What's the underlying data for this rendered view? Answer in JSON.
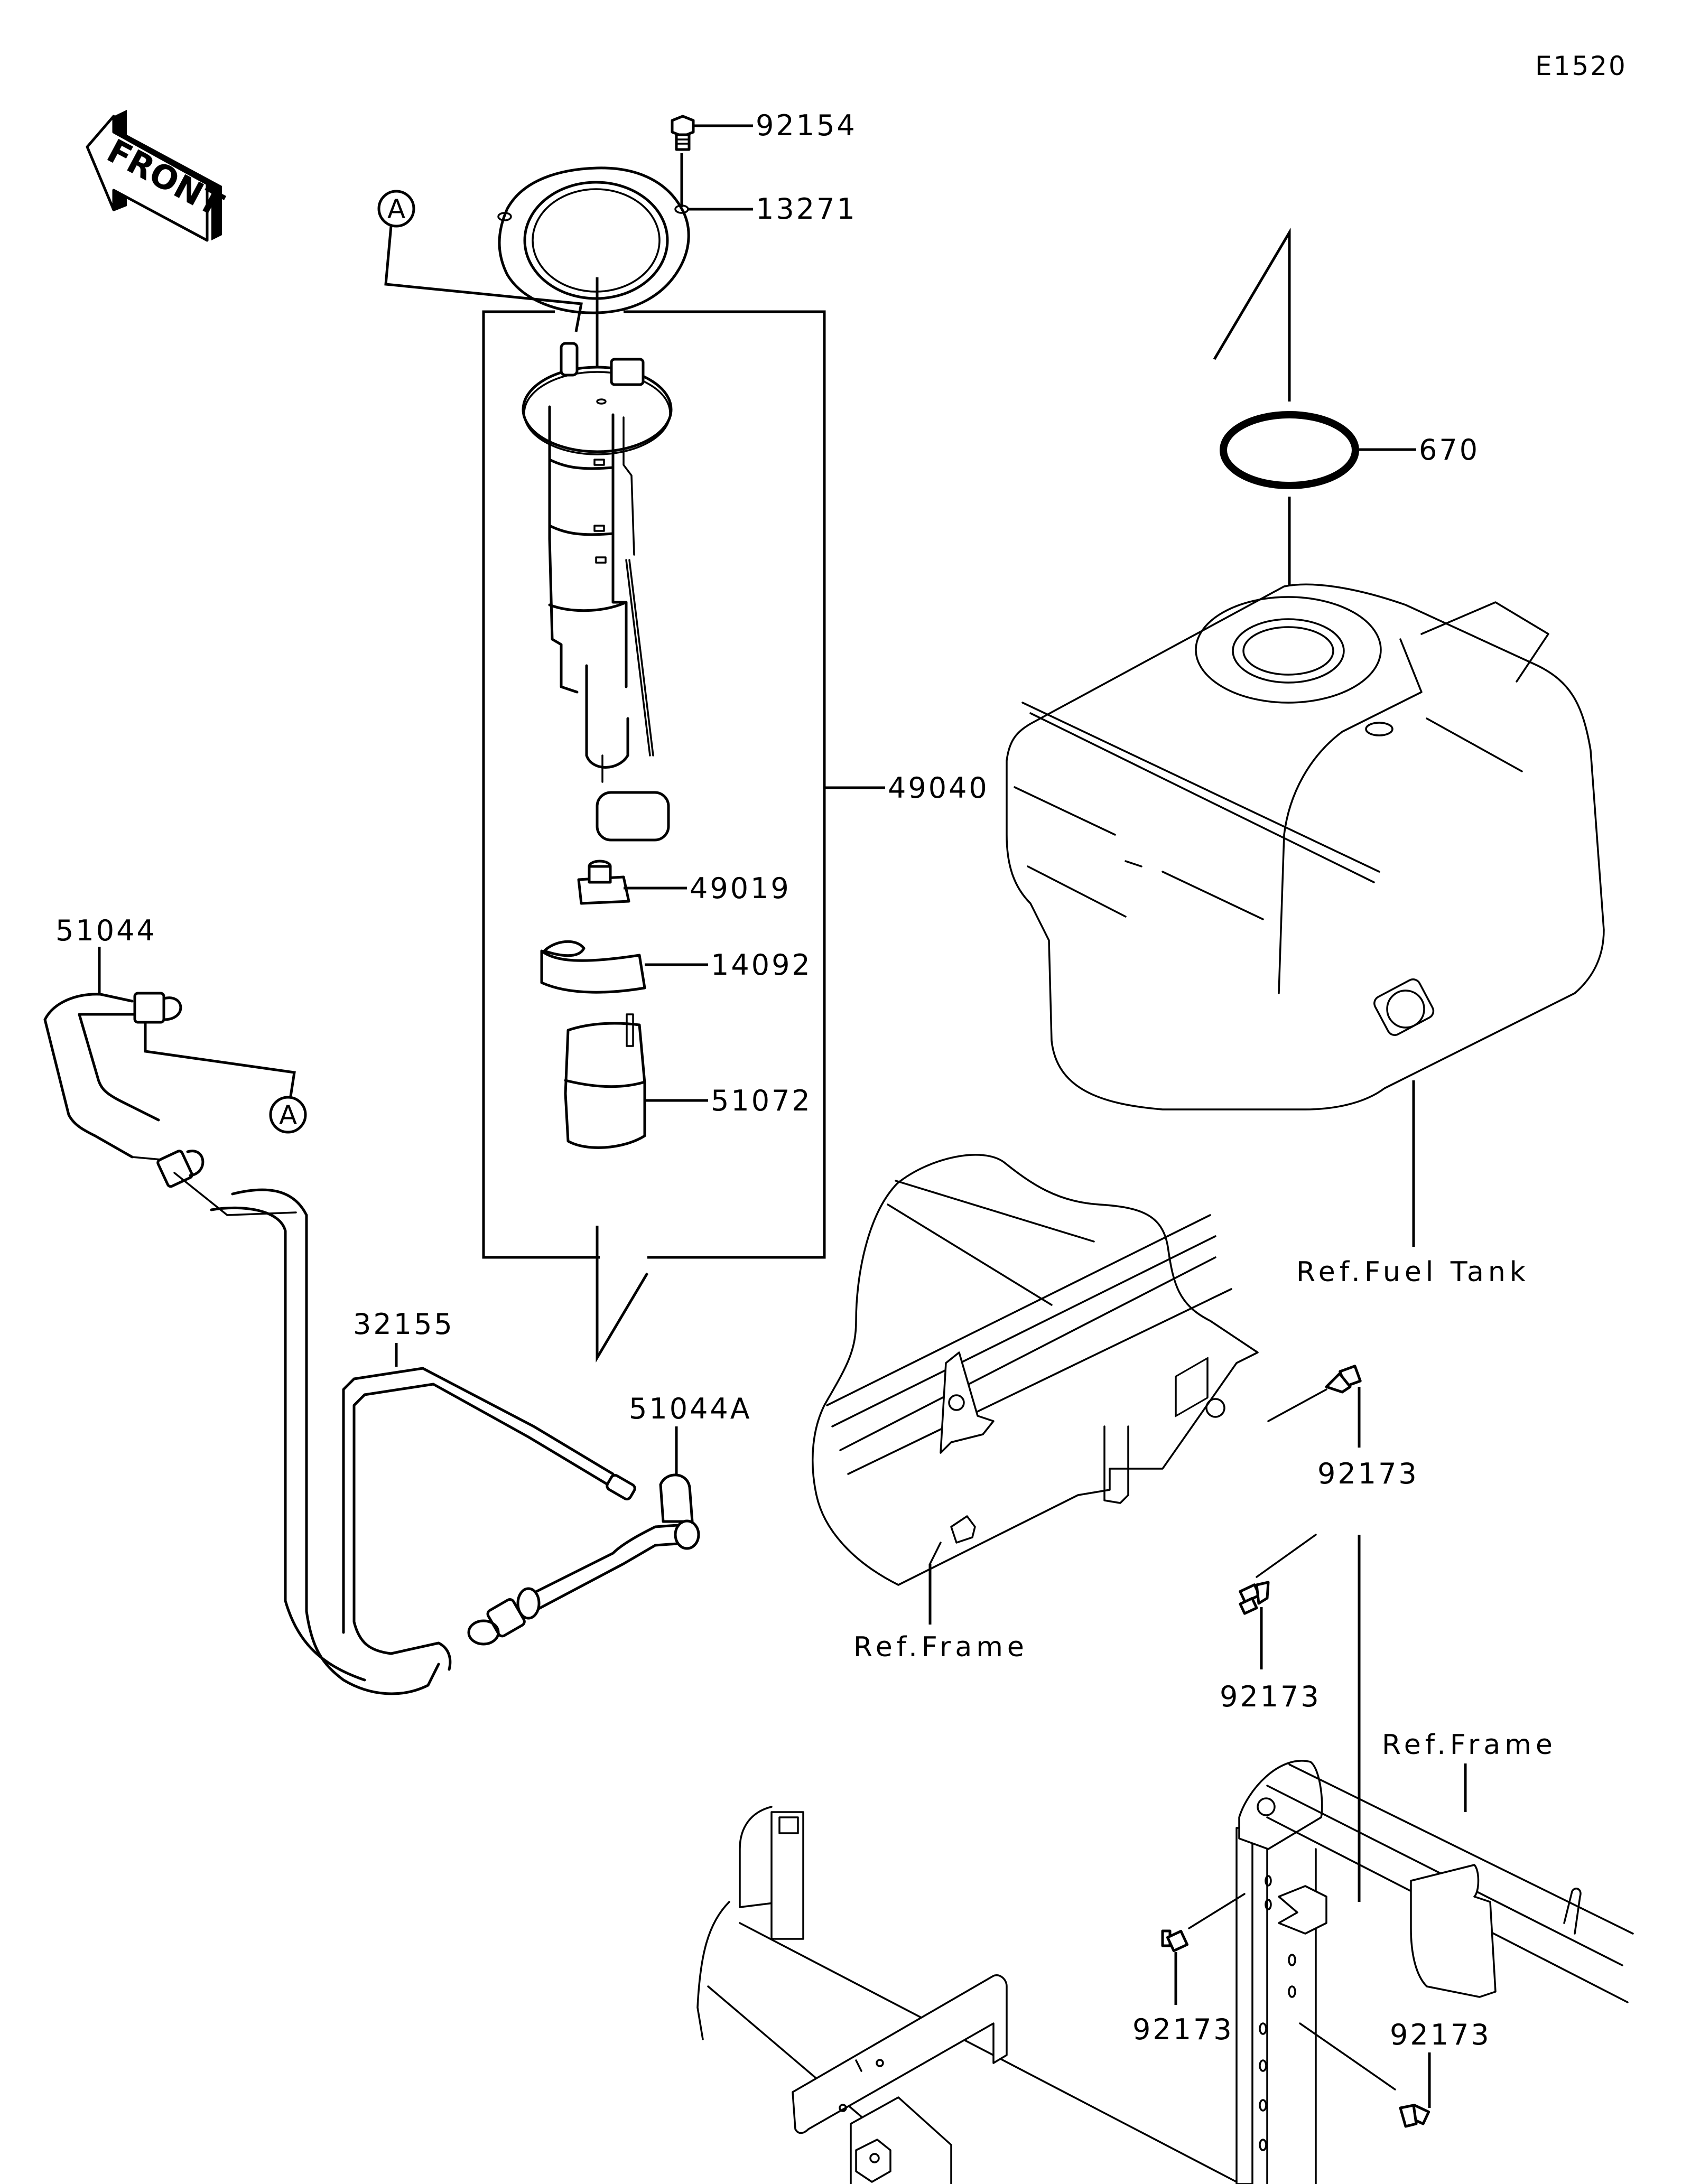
{
  "diagram": {
    "code": "E1520",
    "front_indicator": "FRONT",
    "ref_marker": "A",
    "parts": [
      {
        "id": "92154",
        "label": "92154",
        "description": "bolt"
      },
      {
        "id": "13271",
        "label": "13271",
        "description": "gasket plate"
      },
      {
        "id": "49040",
        "label": "49040",
        "description": "fuel pump assembly"
      },
      {
        "id": "49019",
        "label": "49019",
        "description": "filter"
      },
      {
        "id": "14092",
        "label": "14092",
        "description": "cover"
      },
      {
        "id": "51072",
        "label": "51072",
        "description": "cup"
      },
      {
        "id": "670",
        "label": "670",
        "description": "o-ring"
      },
      {
        "id": "51044",
        "label": "51044",
        "description": "fuel hose"
      },
      {
        "id": "32155",
        "label": "32155",
        "description": "pipe"
      },
      {
        "id": "51044A",
        "label": "51044A",
        "description": "fuel hose"
      },
      {
        "id": "92173-a",
        "label": "92173",
        "description": "clamp"
      },
      {
        "id": "92173-b",
        "label": "92173",
        "description": "clamp"
      },
      {
        "id": "92173-c",
        "label": "92173",
        "description": "clamp"
      },
      {
        "id": "92173-d",
        "label": "92173",
        "description": "clamp"
      }
    ],
    "references": {
      "fuel_tank": "Ref.Fuel Tank",
      "frame_1": "Ref.Frame",
      "frame_2": "Ref.Frame"
    }
  }
}
